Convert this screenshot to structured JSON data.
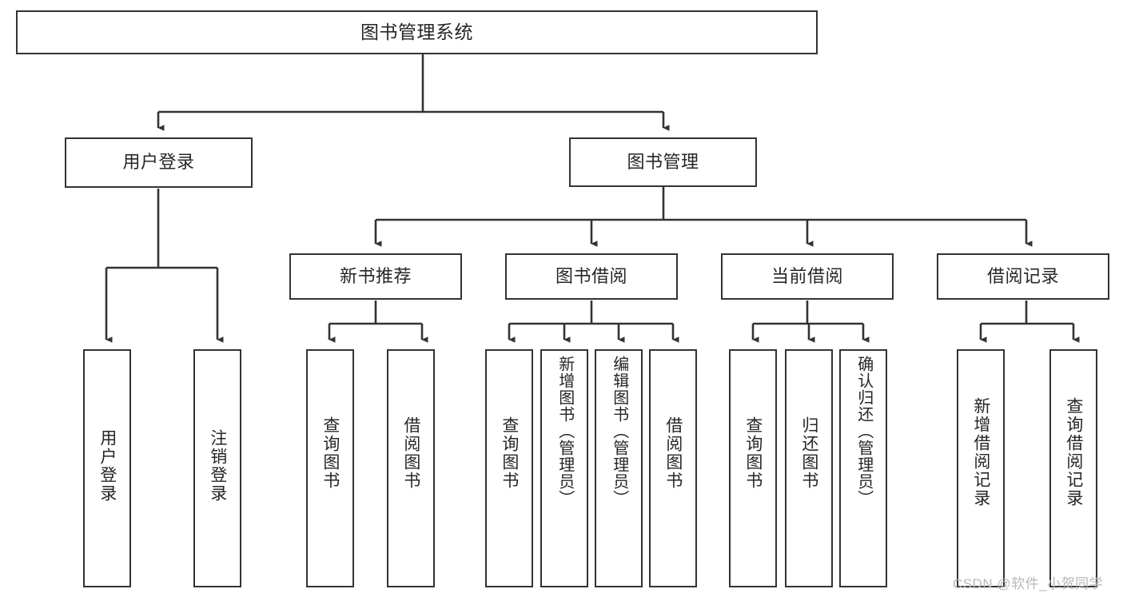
{
  "diagram": {
    "title": "图书管理系统",
    "type": "tree-hierarchy-diagram",
    "root": {
      "label": "图书管理系统"
    },
    "level2": [
      {
        "label": "用户登录"
      },
      {
        "label": "图书管理"
      }
    ],
    "level3": [
      {
        "label": "新书推荐"
      },
      {
        "label": "图书借阅"
      },
      {
        "label": "当前借阅"
      },
      {
        "label": "借阅记录"
      }
    ],
    "leaves": {
      "user_login": [
        {
          "label": "用户登录"
        },
        {
          "label": "注销登录"
        }
      ],
      "new_book": [
        {
          "label": "查询图书"
        },
        {
          "label": "借阅图书"
        }
      ],
      "book_borrow": [
        {
          "label": "查询图书"
        },
        {
          "label": "新增图书（管理员）"
        },
        {
          "label": "编辑图书（管理员）"
        },
        {
          "label": "借阅图书"
        }
      ],
      "current_borrow": [
        {
          "label": "查询图书"
        },
        {
          "label": "归还图书"
        },
        {
          "label": "确认归还（管理员）"
        }
      ],
      "borrow_record": [
        {
          "label": "新增借阅记录"
        },
        {
          "label": "查询借阅记录"
        }
      ]
    }
  },
  "watermark": {
    "text": "CSDN @软件_小贺同学"
  },
  "colors": {
    "stroke": "#333333",
    "text": "#262626",
    "background": "#ffffff",
    "watermark": "#b9b9b9"
  }
}
